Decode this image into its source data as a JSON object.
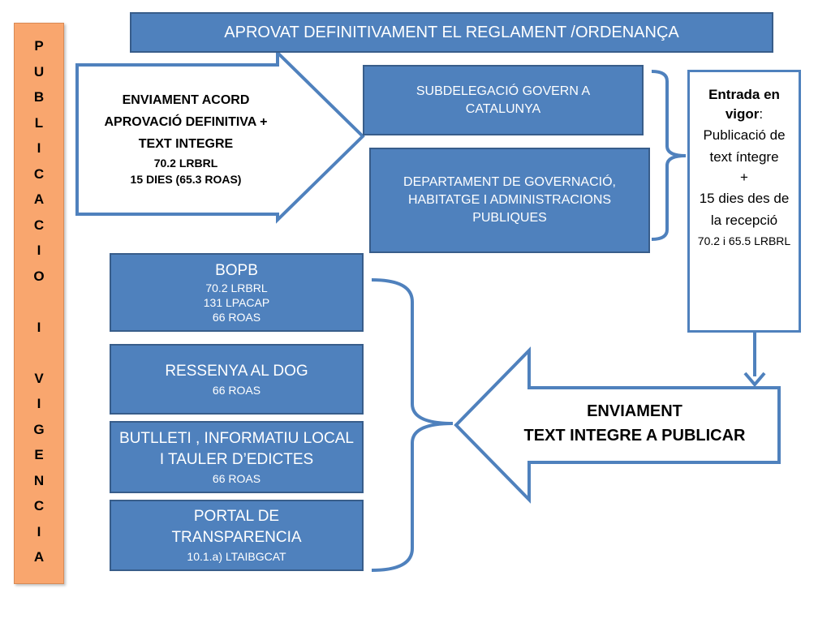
{
  "sidebar": {
    "letters": [
      "P",
      "U",
      "B",
      "L",
      "I",
      "C",
      "A",
      "C",
      "I",
      "O",
      " ",
      "I",
      " ",
      "V",
      "I",
      "G",
      "E",
      "N",
      "C",
      "I",
      "A"
    ]
  },
  "header": {
    "title": "APROVAT DEFINITIVAMENT EL REGLAMENT /ORDENANÇA"
  },
  "send_arrow": {
    "line1": "ENVIAMENT ACORD",
    "line2": "APROVACIÓ DEFINITIVA +",
    "line3": "TEXT INTEGRE",
    "line4": "70.2 LRBRL",
    "line5": "15 DIES (65.3 ROAS)"
  },
  "recipients": {
    "subdelegacio": "SUBDELEGACIÓ GOVERN A CATALUNYA",
    "departament": "DEPARTAMENT DE GOVERNACIÓ, HABITATGE I ADMINISTRACIONS PUBLIQUES"
  },
  "entrada": {
    "title": "Entrada en vigor",
    "colon": ":",
    "line1": "Publicació de text íntegre",
    "plus": "+",
    "line2": "15 dies des de la recepció",
    "ref": "70.2 i 65.5 LRBRL"
  },
  "publications": [
    {
      "title": "BOPB",
      "refs": [
        "70.2 LRBRL",
        "131 LPACAP",
        "66 ROAS"
      ]
    },
    {
      "title": "RESSENYA AL DOG",
      "refs": [
        "66 ROAS"
      ]
    },
    {
      "title": "BUTLLETI , INFORMATIU LOCAL I TAULER D’EDICTES",
      "refs": [
        "66 ROAS"
      ]
    },
    {
      "title": "PORTAL DE TRANSPARENCIA",
      "refs": [
        "10.1.a)  LTAIBGCAT"
      ]
    }
  ],
  "return_arrow": {
    "line1": "ENVIAMENT",
    "line2": "TEXT INTEGRE A PUBLICAR"
  },
  "colors": {
    "box_fill": "#4f81bd",
    "box_border": "#385d8a",
    "sidebar_fill": "#f9a66e",
    "connector": "#4f81bd"
  }
}
